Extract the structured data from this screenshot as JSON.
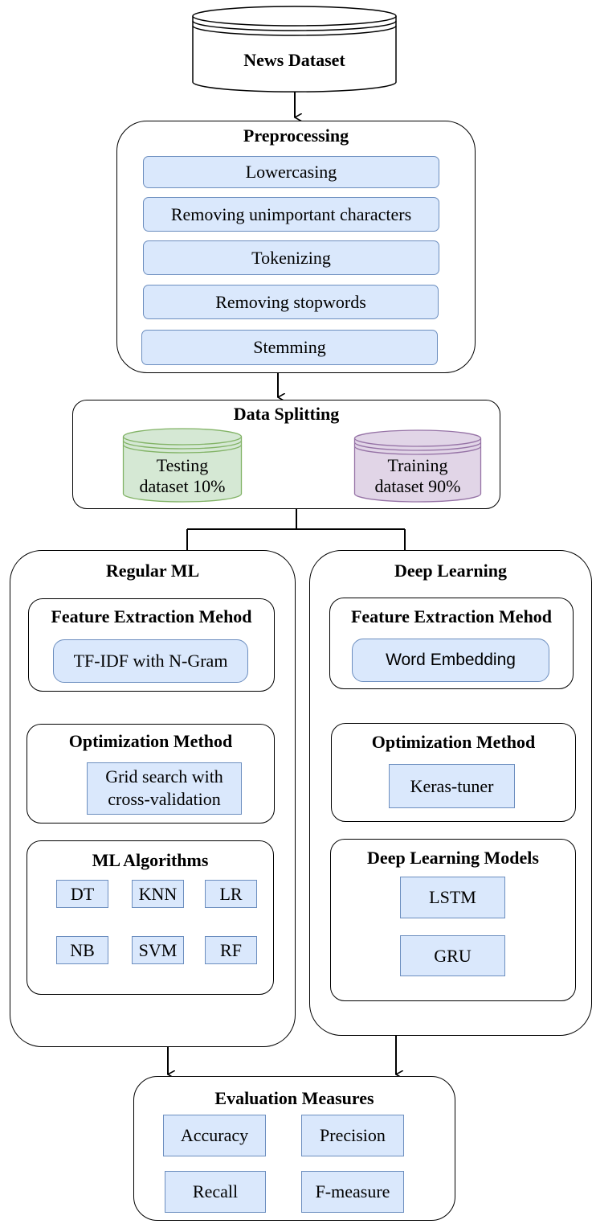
{
  "dataset": {
    "label": "News Dataset"
  },
  "preprocessing": {
    "title": "Preprocessing",
    "steps": [
      "Lowercasing",
      "Removing unimportant characters",
      "Tokenizing",
      "Removing stopwords",
      "Stemming"
    ]
  },
  "splitting": {
    "title": "Data Splitting",
    "testing": {
      "line1": "Testing",
      "line2": "dataset 10%",
      "color": "#d5e8d4",
      "border": "#82b366"
    },
    "training": {
      "line1": "Training",
      "line2": "dataset 90%",
      "color": "#e1d5e7",
      "border": "#9673a6"
    }
  },
  "regular_ml": {
    "title": "Regular ML",
    "feature": {
      "title": "Feature Extraction Mehod",
      "method": "TF-IDF with N-Gram"
    },
    "optimization": {
      "title": "Optimization Method",
      "line1": "Grid search with",
      "line2": "cross-validation"
    },
    "algorithms": {
      "title": "ML Algorithms",
      "items": [
        "DT",
        "KNN",
        "LR",
        "NB",
        "SVM",
        "RF"
      ]
    }
  },
  "deep_learning": {
    "title": "Deep Learning",
    "feature": {
      "title": "Feature Extraction Mehod",
      "method": "Word Embedding"
    },
    "optimization": {
      "title": "Optimization Method",
      "method": "Keras-tuner"
    },
    "models": {
      "title": "Deep Learning Models",
      "items": [
        "LSTM",
        "GRU"
      ]
    }
  },
  "evaluation": {
    "title": "Evaluation Measures",
    "items": [
      "Accuracy",
      "Precision",
      "Recall",
      "F-measure"
    ]
  },
  "colors": {
    "blue_fill": "#dae8fc",
    "blue_border": "#6c8ebf",
    "line": "#000000"
  }
}
